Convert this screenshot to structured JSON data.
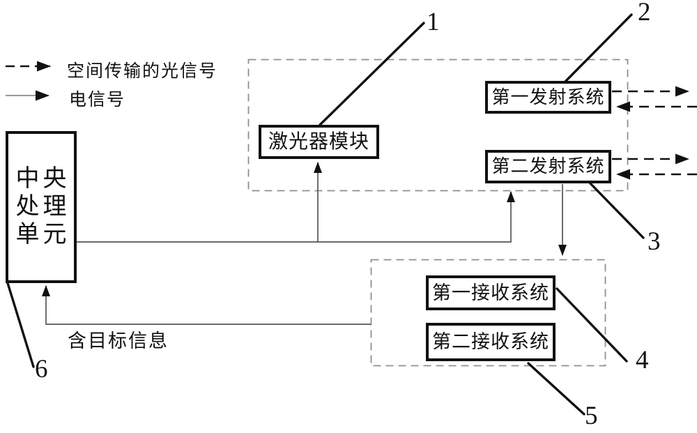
{
  "colors": {
    "background": "#ffffff",
    "box_border": "#111111",
    "group_border": "#8f8f8f",
    "electrical_line": "#555555",
    "optical_line": "#111111",
    "text": "#111111"
  },
  "legend": {
    "optical_label": "空间传输的光信号",
    "electrical_label": "电信号"
  },
  "blocks": {
    "cpu": {
      "lines": [
        "中央",
        "处理",
        "单元"
      ]
    },
    "laser_module": {
      "label": "激光器模块"
    },
    "transmitter_1": {
      "label": "第一发射系统"
    },
    "transmitter_2": {
      "label": "第二发射系统"
    },
    "receiver_1": {
      "label": "第一接收系统"
    },
    "receiver_2": {
      "label": "第二接收系统"
    }
  },
  "annotations": {
    "target_info": "含目标信息",
    "refs": [
      "1",
      "2",
      "3",
      "4",
      "5",
      "6"
    ]
  }
}
